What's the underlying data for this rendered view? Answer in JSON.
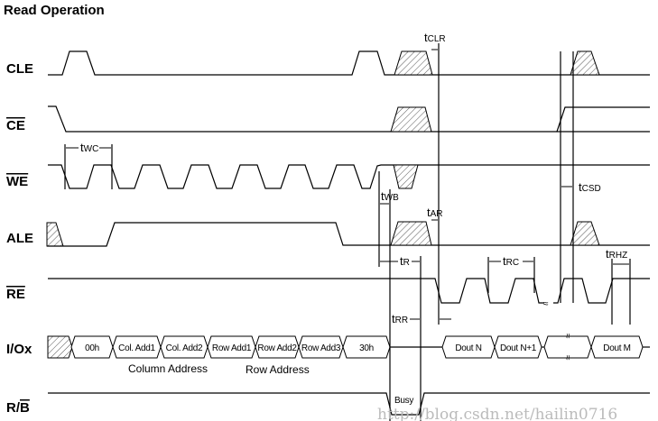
{
  "title": "Read Operation",
  "signals": {
    "cle": "CLE",
    "ce": "CE",
    "we": "WE",
    "ale": "ALE",
    "re": "RE",
    "io": "I/Ox",
    "rb_r": "R/",
    "rb_b": "B"
  },
  "timings": {
    "twc": {
      "t": "t",
      "sub": "WC"
    },
    "tclr": {
      "t": "t",
      "sub": "CLR"
    },
    "tcsd": {
      "t": "t",
      "sub": "CSD"
    },
    "twb": {
      "t": "t",
      "sub": "WB"
    },
    "tar": {
      "t": "t",
      "sub": "AR"
    },
    "tr": {
      "t": "t",
      "sub": "R"
    },
    "trc": {
      "t": "t",
      "sub": "RC"
    },
    "trhz": {
      "t": "t",
      "sub": "RHZ"
    },
    "trr": {
      "t": "t",
      "sub": "RR"
    }
  },
  "io_cycles": [
    "00h",
    "Col. Add1",
    "Col. Add2",
    "Row Add1",
    "Row Add2",
    "Row Add3",
    "30h"
  ],
  "io_out": [
    "Dout N",
    "Dout N+1",
    "",
    "Dout M"
  ],
  "captions": {
    "column": "Column Address",
    "row": "Row Address"
  },
  "busy": "Busy",
  "watermark": "http://blog.csdn.net/hailin0716"
}
